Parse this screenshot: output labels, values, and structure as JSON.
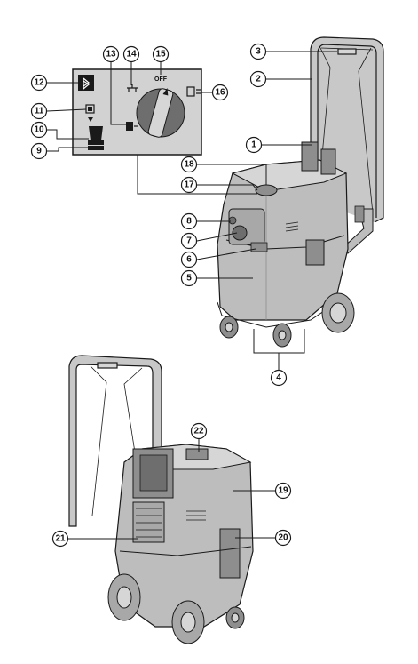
{
  "diagram": {
    "callouts": [
      {
        "id": "c1",
        "label": "1"
      },
      {
        "id": "c2",
        "label": "2"
      },
      {
        "id": "c3",
        "label": "3"
      },
      {
        "id": "c4",
        "label": "4"
      },
      {
        "id": "c5",
        "label": "5"
      },
      {
        "id": "c6",
        "label": "6"
      },
      {
        "id": "c7",
        "label": "7"
      },
      {
        "id": "c8",
        "label": "8"
      },
      {
        "id": "c9",
        "label": "9"
      },
      {
        "id": "c10",
        "label": "10"
      },
      {
        "id": "c11",
        "label": "11"
      },
      {
        "id": "c12",
        "label": "12"
      },
      {
        "id": "c13",
        "label": "13"
      },
      {
        "id": "c14",
        "label": "14"
      },
      {
        "id": "c15",
        "label": "15"
      },
      {
        "id": "c16",
        "label": "16"
      },
      {
        "id": "c17",
        "label": "17"
      },
      {
        "id": "c18",
        "label": "18"
      },
      {
        "id": "c19",
        "label": "19"
      },
      {
        "id": "c20",
        "label": "20"
      },
      {
        "id": "c21",
        "label": "21"
      },
      {
        "id": "c22",
        "label": "22"
      }
    ],
    "control_panel": {
      "off_label": "OFF"
    }
  },
  "colors": {
    "body": "#bdbdbd",
    "body_dark": "#8e8e8e",
    "body_light": "#d6d6d6",
    "outline": "#1a1a1a",
    "panel": "#d2d2d2"
  }
}
